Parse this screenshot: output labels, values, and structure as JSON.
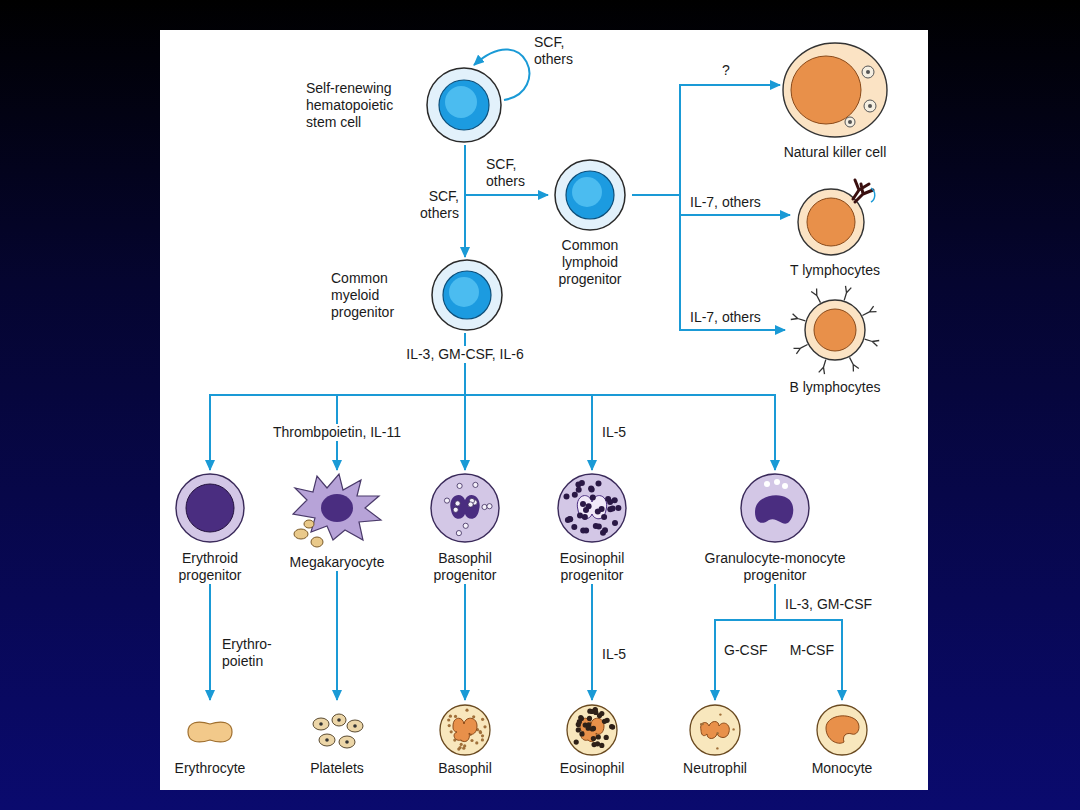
{
  "diagram": {
    "nodes": [
      {
        "text": [
          "Self-renewing hematopoietic stem cell"
        ]
      },
      {
        "text": [
          "Common lymphoid progenitor"
        ]
      },
      {
        "text": [
          "Common myeloid progenitor"
        ]
      },
      {
        "text": [
          "Natural killer cell"
        ]
      },
      {
        "text": [
          "T lymphocytes"
        ]
      },
      {
        "text": [
          "B lymphocytes"
        ]
      },
      {
        "text": [
          "Erythroid progenitor"
        ]
      },
      {
        "text": [
          "Megakaryocyte"
        ]
      },
      {
        "text": [
          "Basophil progenitor"
        ]
      },
      {
        "text": [
          "Eosinophil progenitor"
        ]
      },
      {
        "text": [
          "Granulocyte-monocyte progenitor"
        ]
      },
      {
        "text": [
          "Erythrocyte"
        ]
      },
      {
        "text": [
          "Platelets"
        ]
      },
      {
        "text": [
          "Basophil"
        ]
      },
      {
        "text": [
          "Eosinophil"
        ]
      },
      {
        "text": [
          "Neutrophil"
        ]
      },
      {
        "text": [
          "Monocyte"
        ]
      }
    ],
    "edges": [
      {
        "from": 0,
        "to": 0,
        "label": "SCF, others",
        "arrow": "to"
      },
      {
        "from": 0,
        "to": 1,
        "label": "SCF, others",
        "arrow": "to"
      },
      {
        "from": 0,
        "to": 2,
        "label": "SCF, others",
        "arrow": "to"
      },
      {
        "from": 1,
        "to": 3,
        "label": "?",
        "arrow": "to"
      },
      {
        "from": 1,
        "to": 4,
        "label": "IL-7, others",
        "arrow": "to"
      },
      {
        "from": 1,
        "to": 5,
        "label": "IL-7, others",
        "arrow": "to"
      },
      {
        "from": 2,
        "to": 6,
        "arrow": "to"
      },
      {
        "from": 2,
        "to": 7,
        "label": "Thrombpoietin, IL-11",
        "arrow": "to"
      },
      {
        "from": 2,
        "to": 8,
        "arrow": "to"
      },
      {
        "from": 2,
        "to": 9,
        "label": "IL-5",
        "arrow": "to"
      },
      {
        "from": 2,
        "to": 10,
        "arrow": "to"
      },
      {
        "from": 6,
        "to": 11,
        "label": "Erythro- poietin",
        "arrow": "to"
      },
      {
        "from": 7,
        "to": 12,
        "arrow": "to"
      },
      {
        "from": 8,
        "to": 13,
        "arrow": "to"
      },
      {
        "from": 9,
        "to": 14,
        "label": "IL-5",
        "arrow": "to"
      },
      {
        "from": 10,
        "to": 15,
        "label": "G-CSF",
        "arrow": "to"
      },
      {
        "from": 10,
        "to": 16,
        "label": "M-CSF",
        "arrow": "to"
      }
    ],
    "labels": [
      "IL-3, GM-CSF, IL-6",
      "IL-3, GM-CSF"
    ]
  }
}
